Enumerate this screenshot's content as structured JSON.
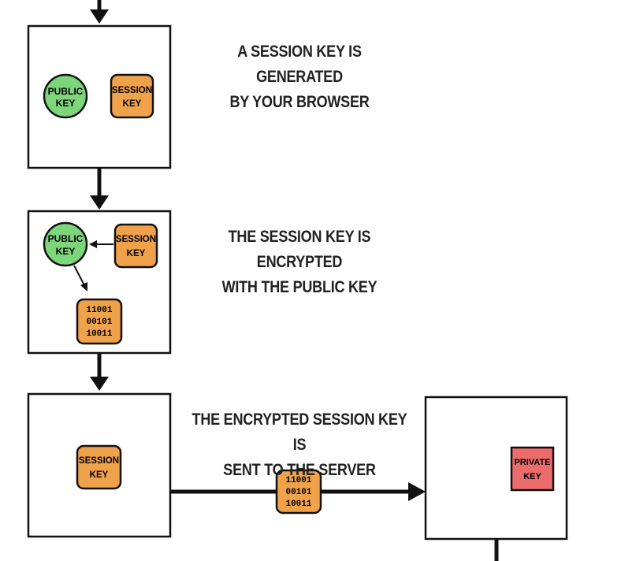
{
  "step1": {
    "caption_line1": "A SESSION KEY IS GENERATED",
    "caption_line2": "BY YOUR BROWSER",
    "public_key_line1": "PUBLIC",
    "public_key_line2": "KEY",
    "session_key_line1": "SESSION",
    "session_key_line2": "KEY"
  },
  "step2": {
    "caption_line1": "THE SESSION KEY IS ENCRYPTED",
    "caption_line2": "WITH THE PUBLIC KEY",
    "public_key_line1": "PUBLIC",
    "public_key_line2": "KEY",
    "session_key_line1": "SESSION",
    "session_key_line2": "KEY",
    "encrypted_bits": [
      "11001",
      "00101",
      "10011"
    ]
  },
  "step3": {
    "caption_line1": "THE ENCRYPTED SESSION KEY IS",
    "caption_line2": "SENT TO THE SERVER",
    "session_key_line1": "SESSION",
    "session_key_line2": "KEY",
    "encrypted_bits": [
      "11001",
      "00101",
      "10011"
    ],
    "private_key_line1": "PRIVATE",
    "private_key_line2": "KEY"
  },
  "colors": {
    "public_key_fill": "#7dd67a",
    "session_key_fill": "#f0a24a",
    "private_key_fill": "#ec6b6b",
    "stroke": "#111111"
  }
}
